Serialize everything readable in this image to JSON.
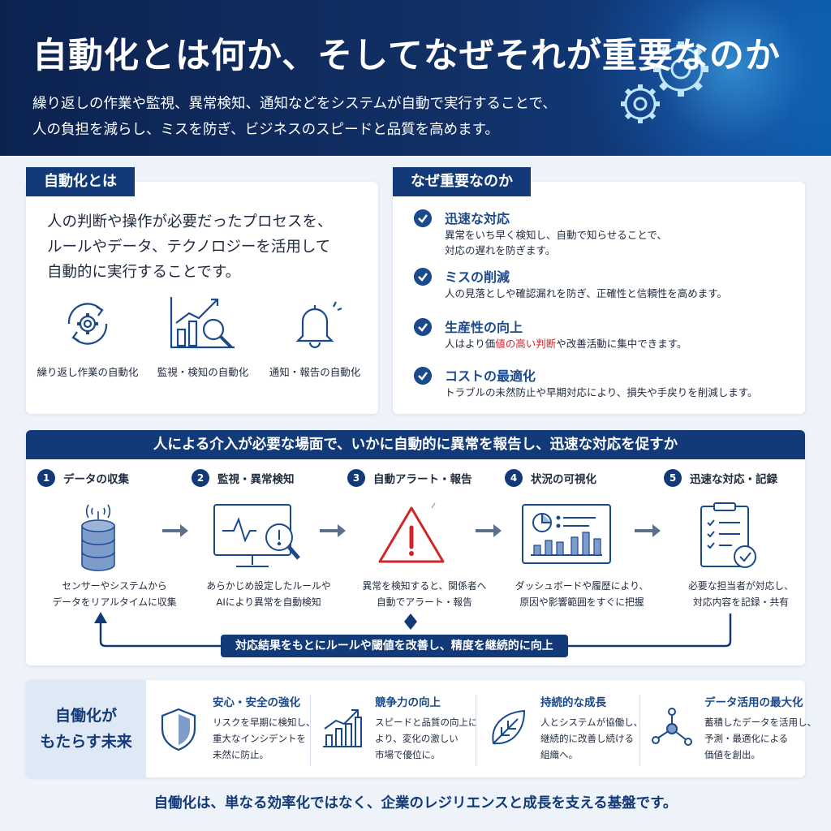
{
  "hero": {
    "title": "自動化とは何か、そしてなぜそれが重要なのか",
    "subtitle_line1": "繰り返しの作業や監視、異常検知、通知などをシステムが自動で実行することで、",
    "subtitle_line2": "人の負担を減らし、ミスを防ぎ、ビジネスのスピードと品質を高めます。",
    "icon": "gears-icon"
  },
  "what": {
    "tag": "自動化とは",
    "line1": "人の判断や操作が必要だったプロセスを、",
    "line2": "ルールやデータ、テクノロジーを活用して",
    "line3": "自動的に実行することです。",
    "features": [
      {
        "label": "繰り返し作業の自動化",
        "icon": "cycle-gear-icon"
      },
      {
        "label": "監視・検知の自動化",
        "icon": "chart-magnifier-icon"
      },
      {
        "label": "通知・報告の自動化",
        "icon": "bell-icon"
      }
    ]
  },
  "why": {
    "tag": "なぜ重要なのか",
    "reasons": [
      {
        "title": "迅速な対応",
        "desc1": "異常をいち早く検知し、自動で知らせることで、",
        "desc2": "対応の遅れを防ぎます。"
      },
      {
        "title": "ミスの削減",
        "desc1": "人の見落としや確認漏れを防ぎ、正確性と信頼性を高めます。"
      },
      {
        "title": "生産性の向上",
        "desc_pre": "人はより価",
        "desc_hl": "値の高い判断",
        "desc_post": "や改善活動に集中できます。"
      },
      {
        "title": "コストの最適化",
        "desc1": "トラブルの未然防止や早期対応により、損失や手戻りを削減します。"
      }
    ]
  },
  "process": {
    "title": "人による介入が必要な場面で、いかに自動的に異常を報告し、迅速な対応を促すか",
    "steps": [
      {
        "num": "1",
        "title": "データの収集",
        "desc1": "センサーやシステムから",
        "desc2": "データをリアルタイムに収集",
        "icon": "database-icon"
      },
      {
        "num": "2",
        "title": "監視・異常検知",
        "desc1": "あらかじめ設定したルールや",
        "desc2": "AIにより異常を自動検知",
        "icon": "monitor-magnifier-icon"
      },
      {
        "num": "3",
        "title": "自動アラート・報告",
        "desc1": "異常を検知すると、関係者へ",
        "desc2": "自動でアラート・報告",
        "icon": "warning-icon"
      },
      {
        "num": "4",
        "title": "状況の可視化",
        "desc1": "ダッシュボードや履歴により、",
        "desc2": "原因や影響範囲をすぐに把握",
        "icon": "dashboard-icon"
      },
      {
        "num": "5",
        "title": "迅速な対応・記録",
        "desc1": "必要な担当者が対応し、",
        "desc2": "対応内容を記録・共有",
        "icon": "clipboard-check-icon"
      }
    ],
    "loop_label": "対応結果をもとにルールや閾値を改善し、精度を継続的に向上"
  },
  "future": {
    "title_line1": "自働化が",
    "title_line2": "もたらす未来",
    "cards": [
      {
        "title": "安心・安全の強化",
        "d1": "リスクを早期に検知し、",
        "d2": "重大なインシデントを",
        "d3": "未然に防止。",
        "icon": "shield-icon"
      },
      {
        "title": "競争力の向上",
        "d1": "スピードと品質の向上に",
        "d2": "より、変化の激しい",
        "d3": "市場で優位に。",
        "icon": "growth-chart-icon"
      },
      {
        "title": "持続的な成長",
        "d1": "人とシステムが協働し、",
        "d2": "継続的に改善し続ける",
        "d3": "組織へ。",
        "icon": "leaf-icon"
      },
      {
        "title": "データ活用の最大化",
        "d1": "蓄積したデータを活用し、",
        "d2": "予測・最適化による",
        "d3": "価値を創出。",
        "icon": "network-icon"
      }
    ]
  },
  "footer": "自働化は、単なる効率化ではなく、企業のレジリエンスと成長を支える基盤です。",
  "colors": {
    "navy": "#133a78",
    "accent": "#1a4a8c",
    "alert": "#d0262a",
    "background": "#eef3fa"
  }
}
